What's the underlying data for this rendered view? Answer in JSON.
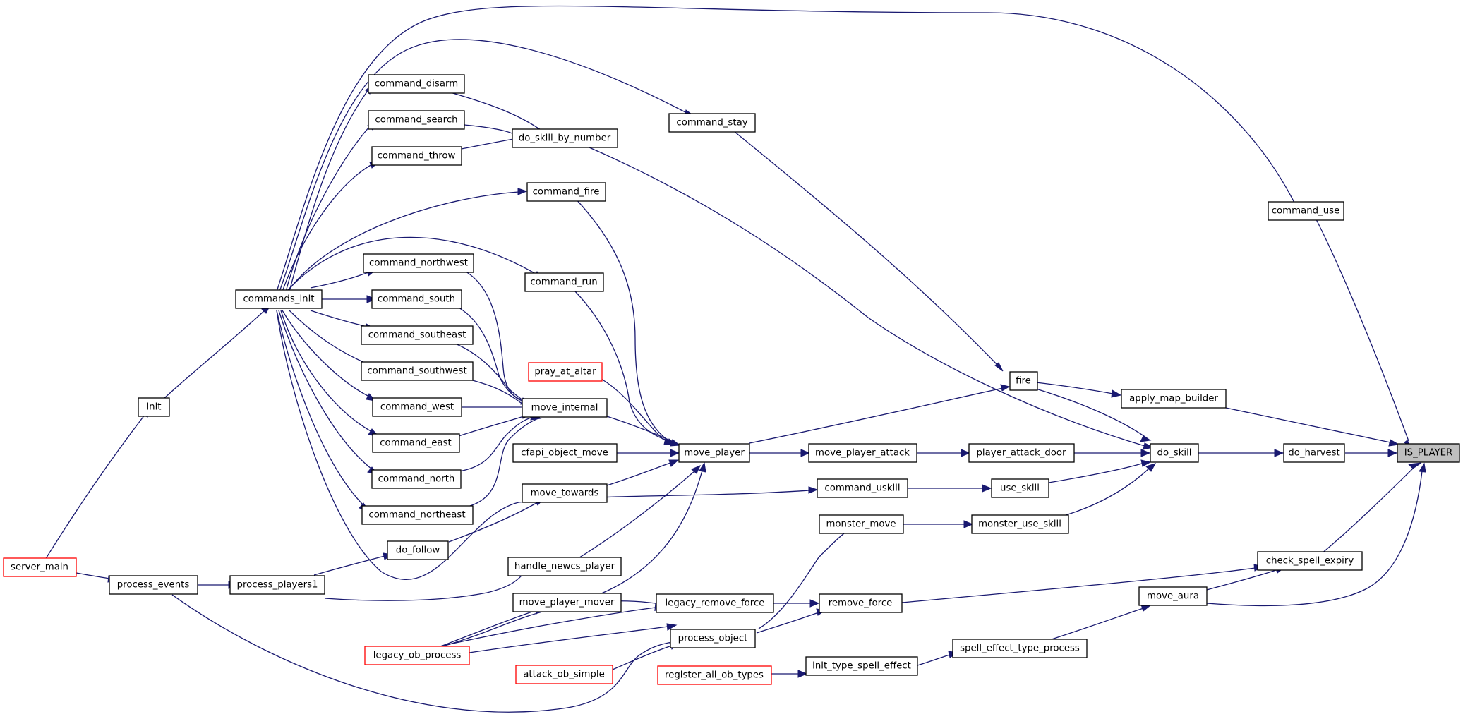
{
  "colors": {
    "edge": "#191970",
    "node_border": "#000000",
    "external_node_border": "#ff0000",
    "target_fill": "#bfbfbf"
  },
  "nodes": {
    "is_player": "IS_PLAYER",
    "do_harvest": "do_harvest",
    "do_skill": "do_skill",
    "command_use": "command_use",
    "apply_map_builder": "apply_map_builder",
    "fire": "fire",
    "command_stay": "command_stay",
    "check_spell_expiry": "check_spell_expiry",
    "move_aura": "move_aura",
    "remove_force": "remove_force",
    "spell_effect_type_process": "spell_effect_type_process",
    "init_type_spell_effect": "init_type_spell_effect",
    "register_all_ob_types": "register_all_ob_types",
    "player_attack_door": "player_attack_door",
    "use_skill": "use_skill",
    "monster_use_skill": "monster_use_skill",
    "monster_move": "monster_move",
    "command_uskill": "command_uskill",
    "move_player_attack": "move_player_attack",
    "move_player": "move_player",
    "move_internal": "move_internal",
    "pray_at_altar": "pray_at_altar",
    "cfapi_object_move": "cfapi_object_move",
    "move_towards": "move_towards",
    "handle_newcs_player": "handle_newcs_player",
    "move_player_mover": "move_player_mover",
    "legacy_remove_force": "legacy_remove_force",
    "process_object": "process_object",
    "attack_ob_simple": "attack_ob_simple",
    "legacy_ob_process": "legacy_ob_process",
    "do_skill_by_number": "do_skill_by_number",
    "command_fire": "command_fire",
    "command_run": "command_run",
    "command_disarm": "command_disarm",
    "command_search": "command_search",
    "command_throw": "command_throw",
    "command_northwest": "command_northwest",
    "command_south": "command_south",
    "command_southeast": "command_southeast",
    "command_southwest": "command_southwest",
    "command_west": "command_west",
    "command_east": "command_east",
    "command_north": "command_north",
    "command_northeast": "command_northeast",
    "commands_init": "commands_init",
    "do_follow": "do_follow",
    "init": "init",
    "process_players1": "process_players1",
    "process_events": "process_events",
    "server_main": "server_main"
  }
}
